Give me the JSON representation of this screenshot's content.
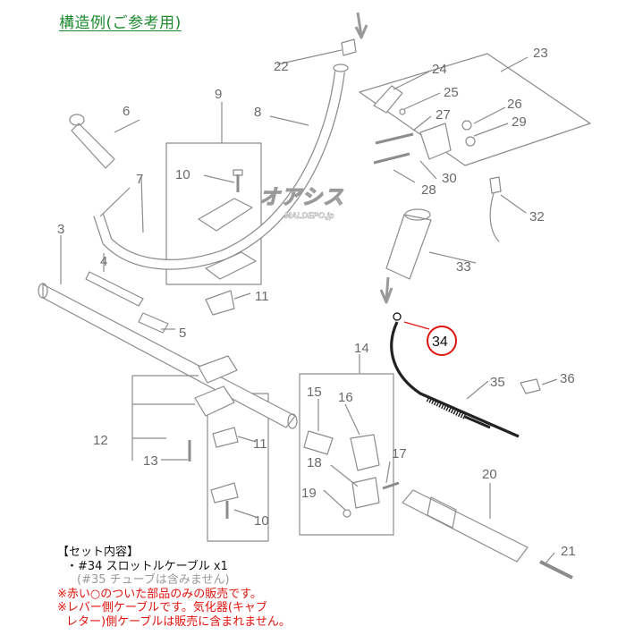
{
  "title": "構造例(ご参考用)",
  "watermark": {
    "main": "オアシス",
    "sub": "MALDEPO.jp"
  },
  "callouts": [
    "3",
    "4",
    "5",
    "6",
    "7",
    "8",
    "9",
    "10",
    "10",
    "11",
    "11",
    "12",
    "13",
    "14",
    "15",
    "16",
    "17",
    "18",
    "19",
    "20",
    "21",
    "22",
    "23",
    "24",
    "25",
    "26",
    "27",
    "28",
    "29",
    "30",
    "32",
    "33",
    "34",
    "35",
    "36"
  ],
  "highlighted_part": "34",
  "notes": {
    "heading": "【セット内容】",
    "item": "・#34 スロットルケーブル x1",
    "item_sub": "(#35 チューブは含みません)",
    "red1": "※赤い○のついた部品のみの販売です。",
    "red2": "※レバー側ケーブルです。気化器(キャブ",
    "red3": "レター)側ケーブルは販売に含まれません。"
  },
  "colors": {
    "title": "#1d8a2f",
    "highlight": "#e0140e",
    "line": "#8c8c8c",
    "note_red": "#e0140e"
  }
}
